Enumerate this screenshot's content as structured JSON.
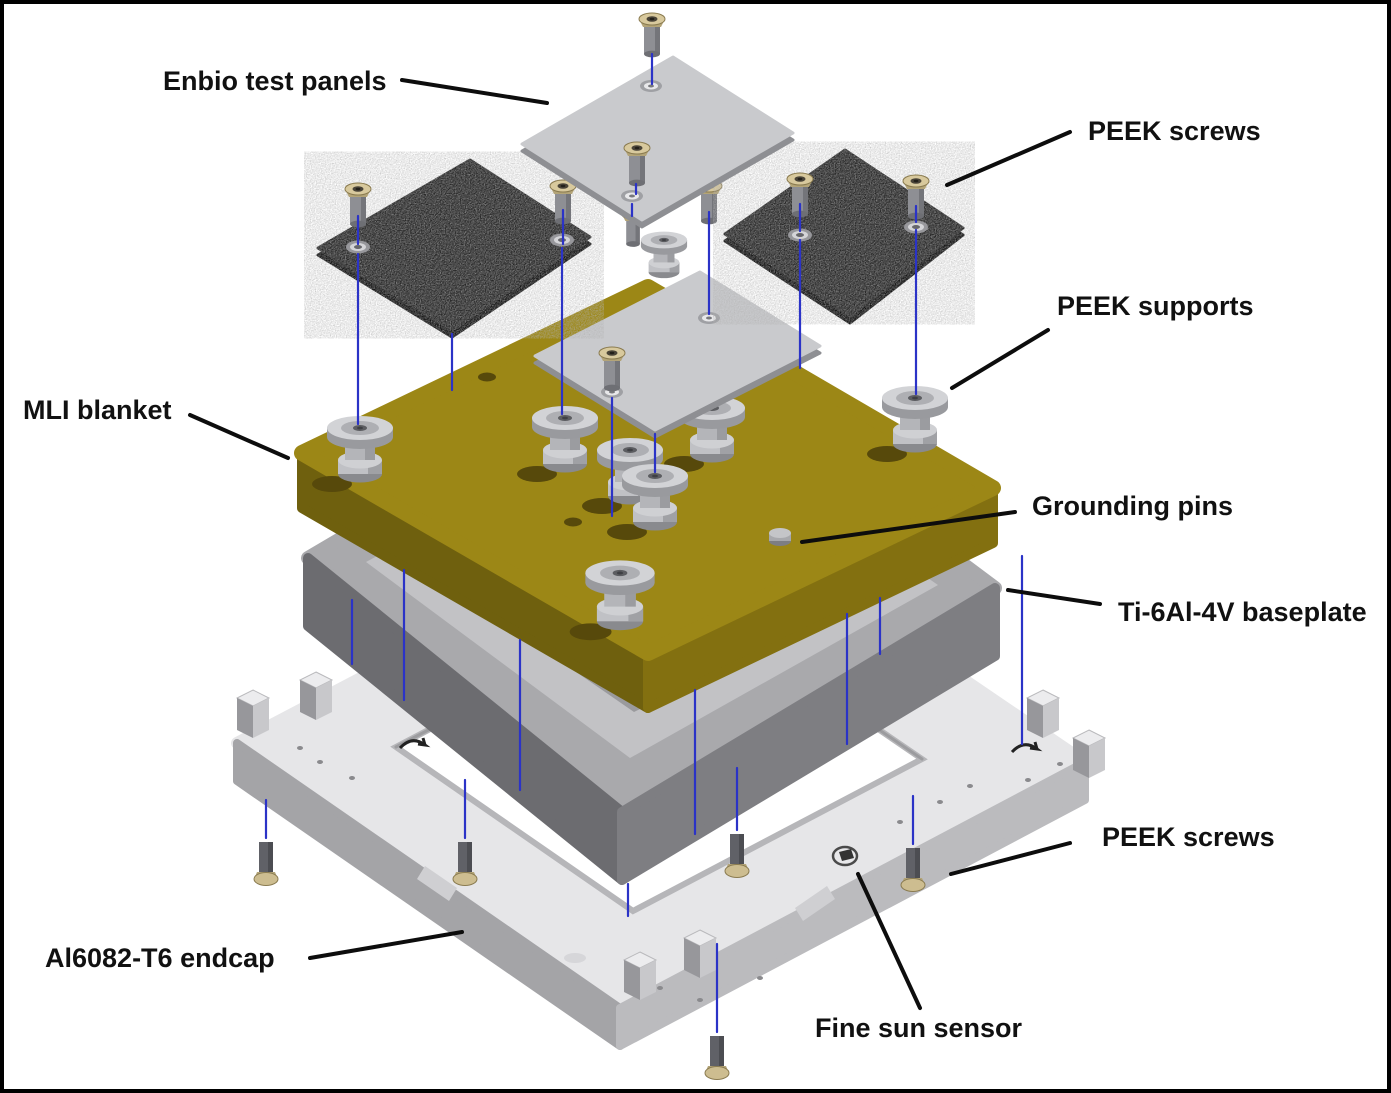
{
  "figure": {
    "type": "exploded-assembly-diagram",
    "description": "Exploded view of an in-orbit test panel assembly stack"
  },
  "labels": {
    "enbio": {
      "text": "Enbio test panels"
    },
    "peek_screws_top": {
      "text": "PEEK screws"
    },
    "peek_supports": {
      "text": "PEEK supports"
    },
    "mli": {
      "text": "MLI blanket"
    },
    "grounding": {
      "text": "Grounding pins"
    },
    "baseplate": {
      "text": "Ti-6Al-4V baseplate"
    },
    "peek_screws_bottom": {
      "text": "PEEK screws"
    },
    "endcap": {
      "text": "Al6082-T6 endcap"
    },
    "sun_sensor": {
      "text": "Fine sun sensor"
    }
  },
  "colors": {
    "background": "#ffffff",
    "border": "#000000",
    "label_text": "#111111",
    "leader_line": "#0d0d0d",
    "guide_line_blue": "#2b33c7",
    "mli_blanket_top": "#9c8716",
    "mli_blanket_side_left": "#6f600e",
    "mli_blanket_side_right": "#837010",
    "black_panel": "#262626",
    "gray_panel": "#c9cacd",
    "baseplate_rim": "#a9a9ac",
    "baseplate_front": "#6c6c70",
    "endcap_top": "#e6e6e8",
    "screw_head_tan": "#d8c99d",
    "screw_shaft": "#8e8f94",
    "support_gray": "#d2d3d6"
  }
}
